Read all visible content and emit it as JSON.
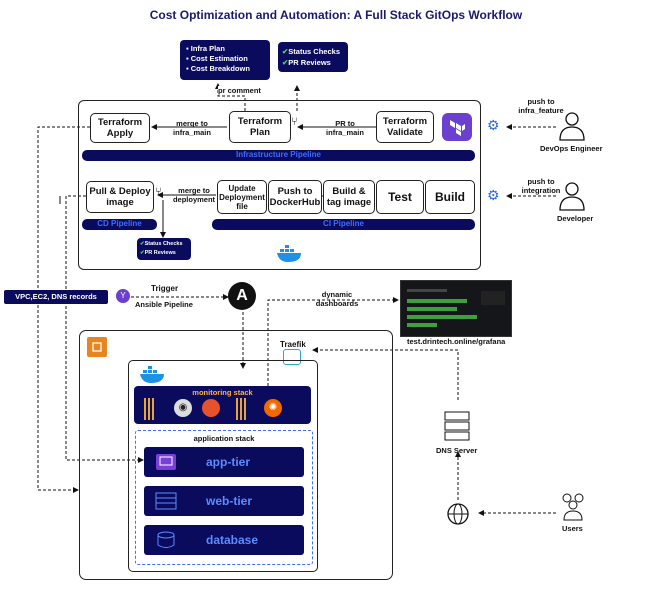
{
  "title": "Cost Optimization and Automation: A Full Stack GitOps Workflow",
  "infra_notes": [
    "Infra Plan",
    "Cost Estimation",
    "Cost Breakdown"
  ],
  "checks_top": [
    "Status Checks",
    "PR Reviews"
  ],
  "checks_small": [
    "Status Checks",
    "PR Reviews"
  ],
  "pr_comment": "pr comment",
  "infra_pipeline": {
    "apply": "Terraform Apply",
    "plan": "Terraform Plan",
    "validate": "Terraform Validate",
    "merge_label": "merge to infra_main",
    "pr_label": "PR to infra_main",
    "bar": "Infrastructure Pipeline"
  },
  "ci_cd": {
    "pull_deploy": "Pull & Deploy image",
    "merge_label": "merge to deployment",
    "update_deploy": "Update Deployment file",
    "push_hub": "Push to DockerHub",
    "build_tag": "Build & tag image",
    "test": "Test",
    "build": "Build",
    "cd_bar": "CD Pipeline",
    "ci_bar": "CI Pipeline"
  },
  "actors": {
    "devops": "DevOps Engineer",
    "push_infra": "push to infra_feature",
    "developer": "Developer",
    "push_integration": "push to integration",
    "users": "Users"
  },
  "vpc_label": "VPC,EC2, DNS records",
  "trigger": "Trigger",
  "ansible": "Ansible Pipeline",
  "dynamic": "dynamic dashboards",
  "grafana_url": "test.drintech.online/grafana",
  "traefik": "Traefik",
  "monitoring": "monitoring stack",
  "application": "application stack",
  "tiers": [
    "app-tier",
    "web-tier",
    "database"
  ],
  "dns": "DNS Server",
  "colors": {
    "navy": "#0b0b5e",
    "tier_text": "#5b8cff",
    "check": "#45d36a"
  }
}
